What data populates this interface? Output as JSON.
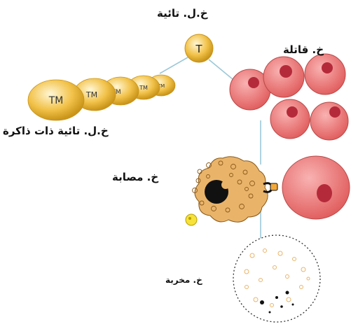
{
  "labels": {
    "helper_t": "خ.ل. تائية",
    "killer": "خ. قاتلة",
    "memory": "خ.ل. تائية ذات ذاكرة",
    "infected": "خ. مصابة",
    "destroyed": "خ. مخربة"
  },
  "cell_marks": {
    "t_cell": "T",
    "memory_cells": [
      "TM",
      "TM",
      "TM",
      "TM",
      "TM"
    ]
  },
  "colors": {
    "t_cell_fill": "#f2c24a",
    "killer_fill": "#ee7a7a",
    "killer_nucleus": "#b52a3a",
    "infected_fill": "#e9b46a",
    "link_line": "#9cc8d8"
  }
}
